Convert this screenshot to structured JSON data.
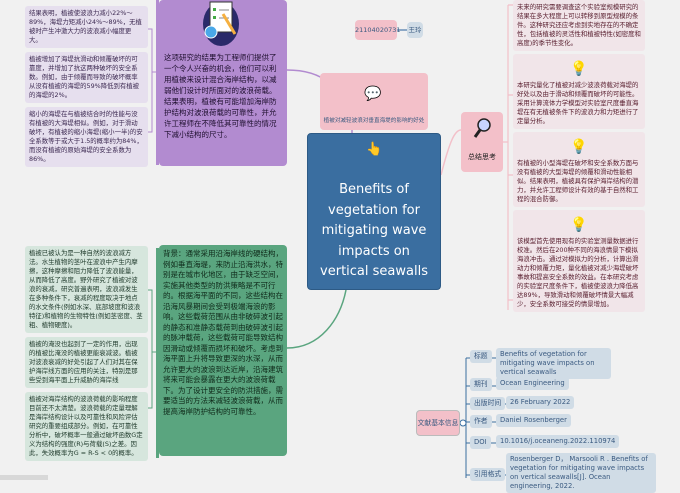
{
  "central": {
    "title": "Benefits of vegetation for mitigating wave impacts on vertical seawalls"
  },
  "author": {
    "id": "21104020731",
    "name": "王玲"
  },
  "benefit_node": {
    "label": "植被对减轻波浪对垂直海堤的影响的好处"
  },
  "engineer_node": {
    "text": "这项研究的结果为工程师们提供了一个令人兴奋的机会，他们可以利用植被来设计混合海岸结构，以减弱他们设计时所面对的波浪荷载。结果表明，植被有可能增加海岸防护结构对波浪荷载的可靠性，并允许工程师在不降低其可靠性的情况下减小结构的尺寸。"
  },
  "engineer_details": [
    "结果表明，植被使波浪力减小22%～89%，海堤力矩减小24%～89%，无植被时产生冲激大力的波浪减小幅度更大。",
    "植被增加了海堤抗滑动和倾覆破坏的可靠度，并增加了抗这两种破坏的安全系数。例如，由于倾覆而导致的破坏概率从没有植被的海堤的59%降低到有植被的海堤的2%。",
    "缩小的海堤在与植被结合时的性能与没有植被的大海堤相似。例如，对于滑动破坏，有植被的缩小海堤(缩小一半)的安全系数等于或大于1.5的概率约为84%，而没有植被的原始海堤的安全系数为86%。"
  ],
  "background_node": {
    "text": "背景：通常采用沿海岸线的硬结构，例如垂直海堤，来防止沿海洪水，特别是在城市化地区，由于缺乏空间，实施其他类型的防洪策略是不可行的。根据海平面的不同，这些结构在沿海风暴期间会受到极端海浪的影响。这些载荷范围从由非破碎波引起的静态和准静态载荷到由破碎波引起的脉冲载荷，这些载荷可能导致结构因滑动或倾覆而损坏和破坏。考虑到海平面上升将导致更深的水深，从而允许更大的波浪到达近岸，沿海建筑将来可能会暴露在更大的波浪荷载下。为了设计更安全的防洪措施，需要适当的方法来减轻波浪荷载，从而提高海岸防护结构的可靠性。"
  },
  "background_details": [
    "植被已被认为是一种自然的波浪减方法。水生植物的茎叶在波浪中产生内摩擦，这种摩擦和阻力降低了波浪能量，从而降低了高度。野外研究了植被对波浪的衰减，研究普遍表明，波浪减发生在多种条件下，衰减的程度取决于地点的水文条件(例如水深、底部坡度和波浪特征)和植物的生物特性(例如茎密度、茎粗、植物硬度)。",
    "植被的淹没也起到了一定的作用，出现的植被比淹没的植被更能衰减波。植被对波浪衰减的好处引起了人们对其在保护海岸线方面的应用的关注，特别是那些受到海平面上升威胁的海岸线",
    "植被对海岸结构的波浪荷载的影响程度目前还不太清楚。波浪荷载的定量理解是海岸结构设计以及可靠性和风险评估研究的重要组成部分。例如，在可靠性分析中，破坏概率一般通过破坏函数G定义为结构的强度(R)与荷载(S)之差。因此，失效概率为G = R-S < 0的概率。"
  ],
  "summary_node": {
    "label": "总结思考"
  },
  "summary_details": [
    "未来的研究需要调查这个实验室规模研究的结果在多大程度上可以转移到原型规模的条件。这种研究还应考虑到实地存在的不确定性，包括植被的灵活性和植被特性(如密度和高度)的季节性变化。",
    "本研究量化了植被对减少波浪荷载对海堤的好处以及由于滑动和倾覆而破坏的可能性。采用计算流体力学模型对实验室尺度垂直海堤在有无植被条件下的波浪力和力矩进行了定量分析。",
    "有植被的小型海堤在破坏和安全系数方面与没有植被的大型海堤的倾覆和滑动性能相似。结果表明，植被具有保护海岸结构的潜力，并允许工程师设计有效的基于自然和工程的混合防御。",
    "该模型首先使用现有的实验室测量数据进行校准。然后在200种不同的海浪情景下模拟海浪冲击。通过对模拟力的分析，计算出滑动力和倾覆力矩，量化植被对减少海堤破坏事故和提高安全系数的效益。在本研究考虑的实验室尺度条件下，植被使波浪力降低高达89%，导致滑动和倾覆破坏情景大幅减少，安全系数可接受的情景增加。"
  ],
  "info_node": {
    "label": "文献基本信息",
    "rows": [
      {
        "key": "标题",
        "value": "Benefits of vegetation for mitigating wave impacts on vertical seawalls"
      },
      {
        "key": "期刊",
        "value": "Ocean Engineering"
      },
      {
        "key": "出版时间",
        "value": "26 February 2022"
      },
      {
        "key": "作者",
        "value": "Daniel Rosenberger"
      },
      {
        "key": "DOI",
        "value": "10.1016/j.oceaneng.2022.110974"
      },
      {
        "key": "引用格式",
        "value": "Rosenberger D， Marsooli R . Benefits of vegetation for mitigating wave impacts on vertical seawalls[J]. Ocean engineering, 2022."
      }
    ]
  },
  "colors": {
    "central": "#3a6ea0",
    "purple": "#b28bd0",
    "green": "#5aa57f",
    "pink": "#f3c0c9",
    "info": "#d0dce6"
  }
}
